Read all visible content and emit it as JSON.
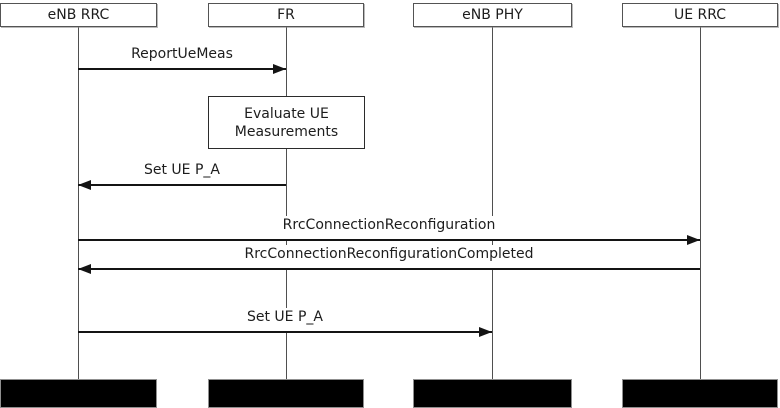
{
  "participants": [
    {
      "label": "eNB RRC"
    },
    {
      "label": "FR"
    },
    {
      "label": "eNB PHY"
    },
    {
      "label": "UE RRC"
    }
  ],
  "messages": [
    {
      "label": "ReportUeMeas",
      "from": "eNB RRC",
      "to": "FR"
    },
    {
      "label": "Set UE P_A",
      "from": "FR",
      "to": "eNB RRC"
    },
    {
      "label": "RrcConnectionReconfiguration",
      "from": "eNB RRC",
      "to": "UE RRC"
    },
    {
      "label": "RrcConnectionReconfigurationCompleted",
      "from": "UE RRC",
      "to": "eNB RRC"
    },
    {
      "label": "Set UE P_A",
      "from": "eNB RRC",
      "to": "eNB PHY"
    }
  ],
  "action_box": {
    "on": "FR",
    "line1": "Evaluate UE",
    "line2": "Measurements",
    "label": "Evaluate UE Measurements"
  },
  "colors": {
    "background": "#ffffff",
    "arrow_line": "#141414",
    "lifeline": "#4f4f4f",
    "head_border": "#545454",
    "action_border": "#2b2b2b",
    "termination_fill": "#000000",
    "text": "#1d1d1d"
  }
}
